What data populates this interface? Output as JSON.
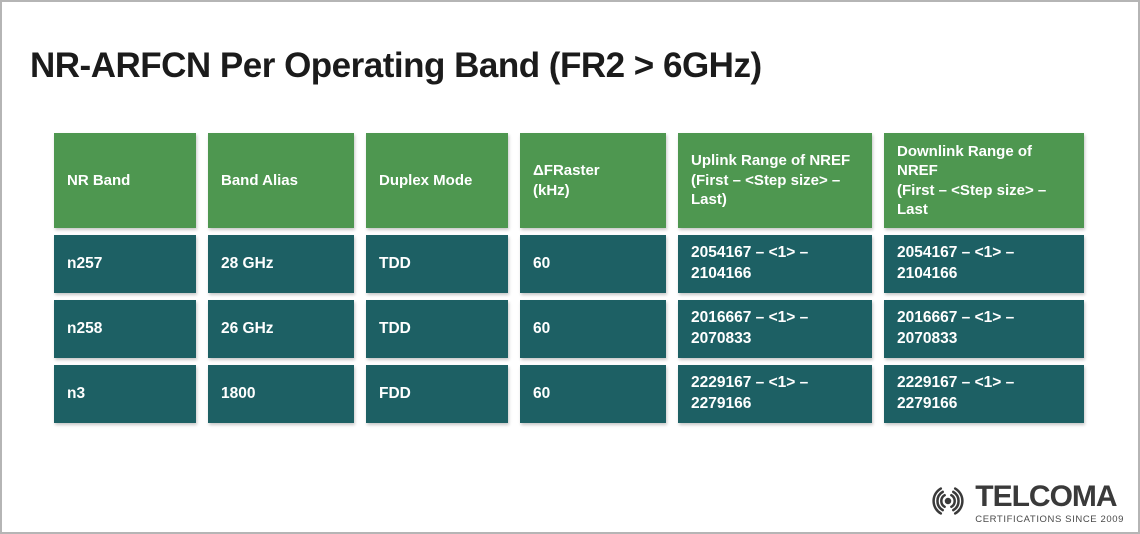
{
  "title": "NR-ARFCN Per Operating Band (FR2 > 6GHz)",
  "colors": {
    "header_green": "#4e9750",
    "cell_teal": "#1d6064",
    "title_text": "#1b1b1b",
    "cell_text": "#ffffff",
    "frame_border": "#b5b5b5",
    "logo_text": "#3a3a3a"
  },
  "table": {
    "headers": [
      "NR  Band",
      "Band Alias",
      "Duplex Mode",
      "ΔFRaster\n(kHz)",
      "Uplink Range of NREF (First – <Step size> – Last)",
      "Downlink Range of NREF\n(First – <Step size> – Last"
    ],
    "rows": [
      [
        "n257",
        "28 GHz",
        "TDD",
        "60",
        "2054167 – <1> – 2104166",
        "2054167 – <1> – 2104166"
      ],
      [
        "n258",
        "26 GHz",
        "TDD",
        "60",
        "2016667 – <1> – 2070833",
        "2016667 – <1> – 2070833"
      ],
      [
        "n3",
        "1800",
        "FDD",
        "60",
        "2229167 – <1> – 2279166",
        "2229167 – <1> – 2279166"
      ]
    ]
  },
  "logo": {
    "name": "TELCOMA",
    "tagline": "CERTIFICATIONS SINCE 2009",
    "icon": "signal-waves-icon"
  }
}
